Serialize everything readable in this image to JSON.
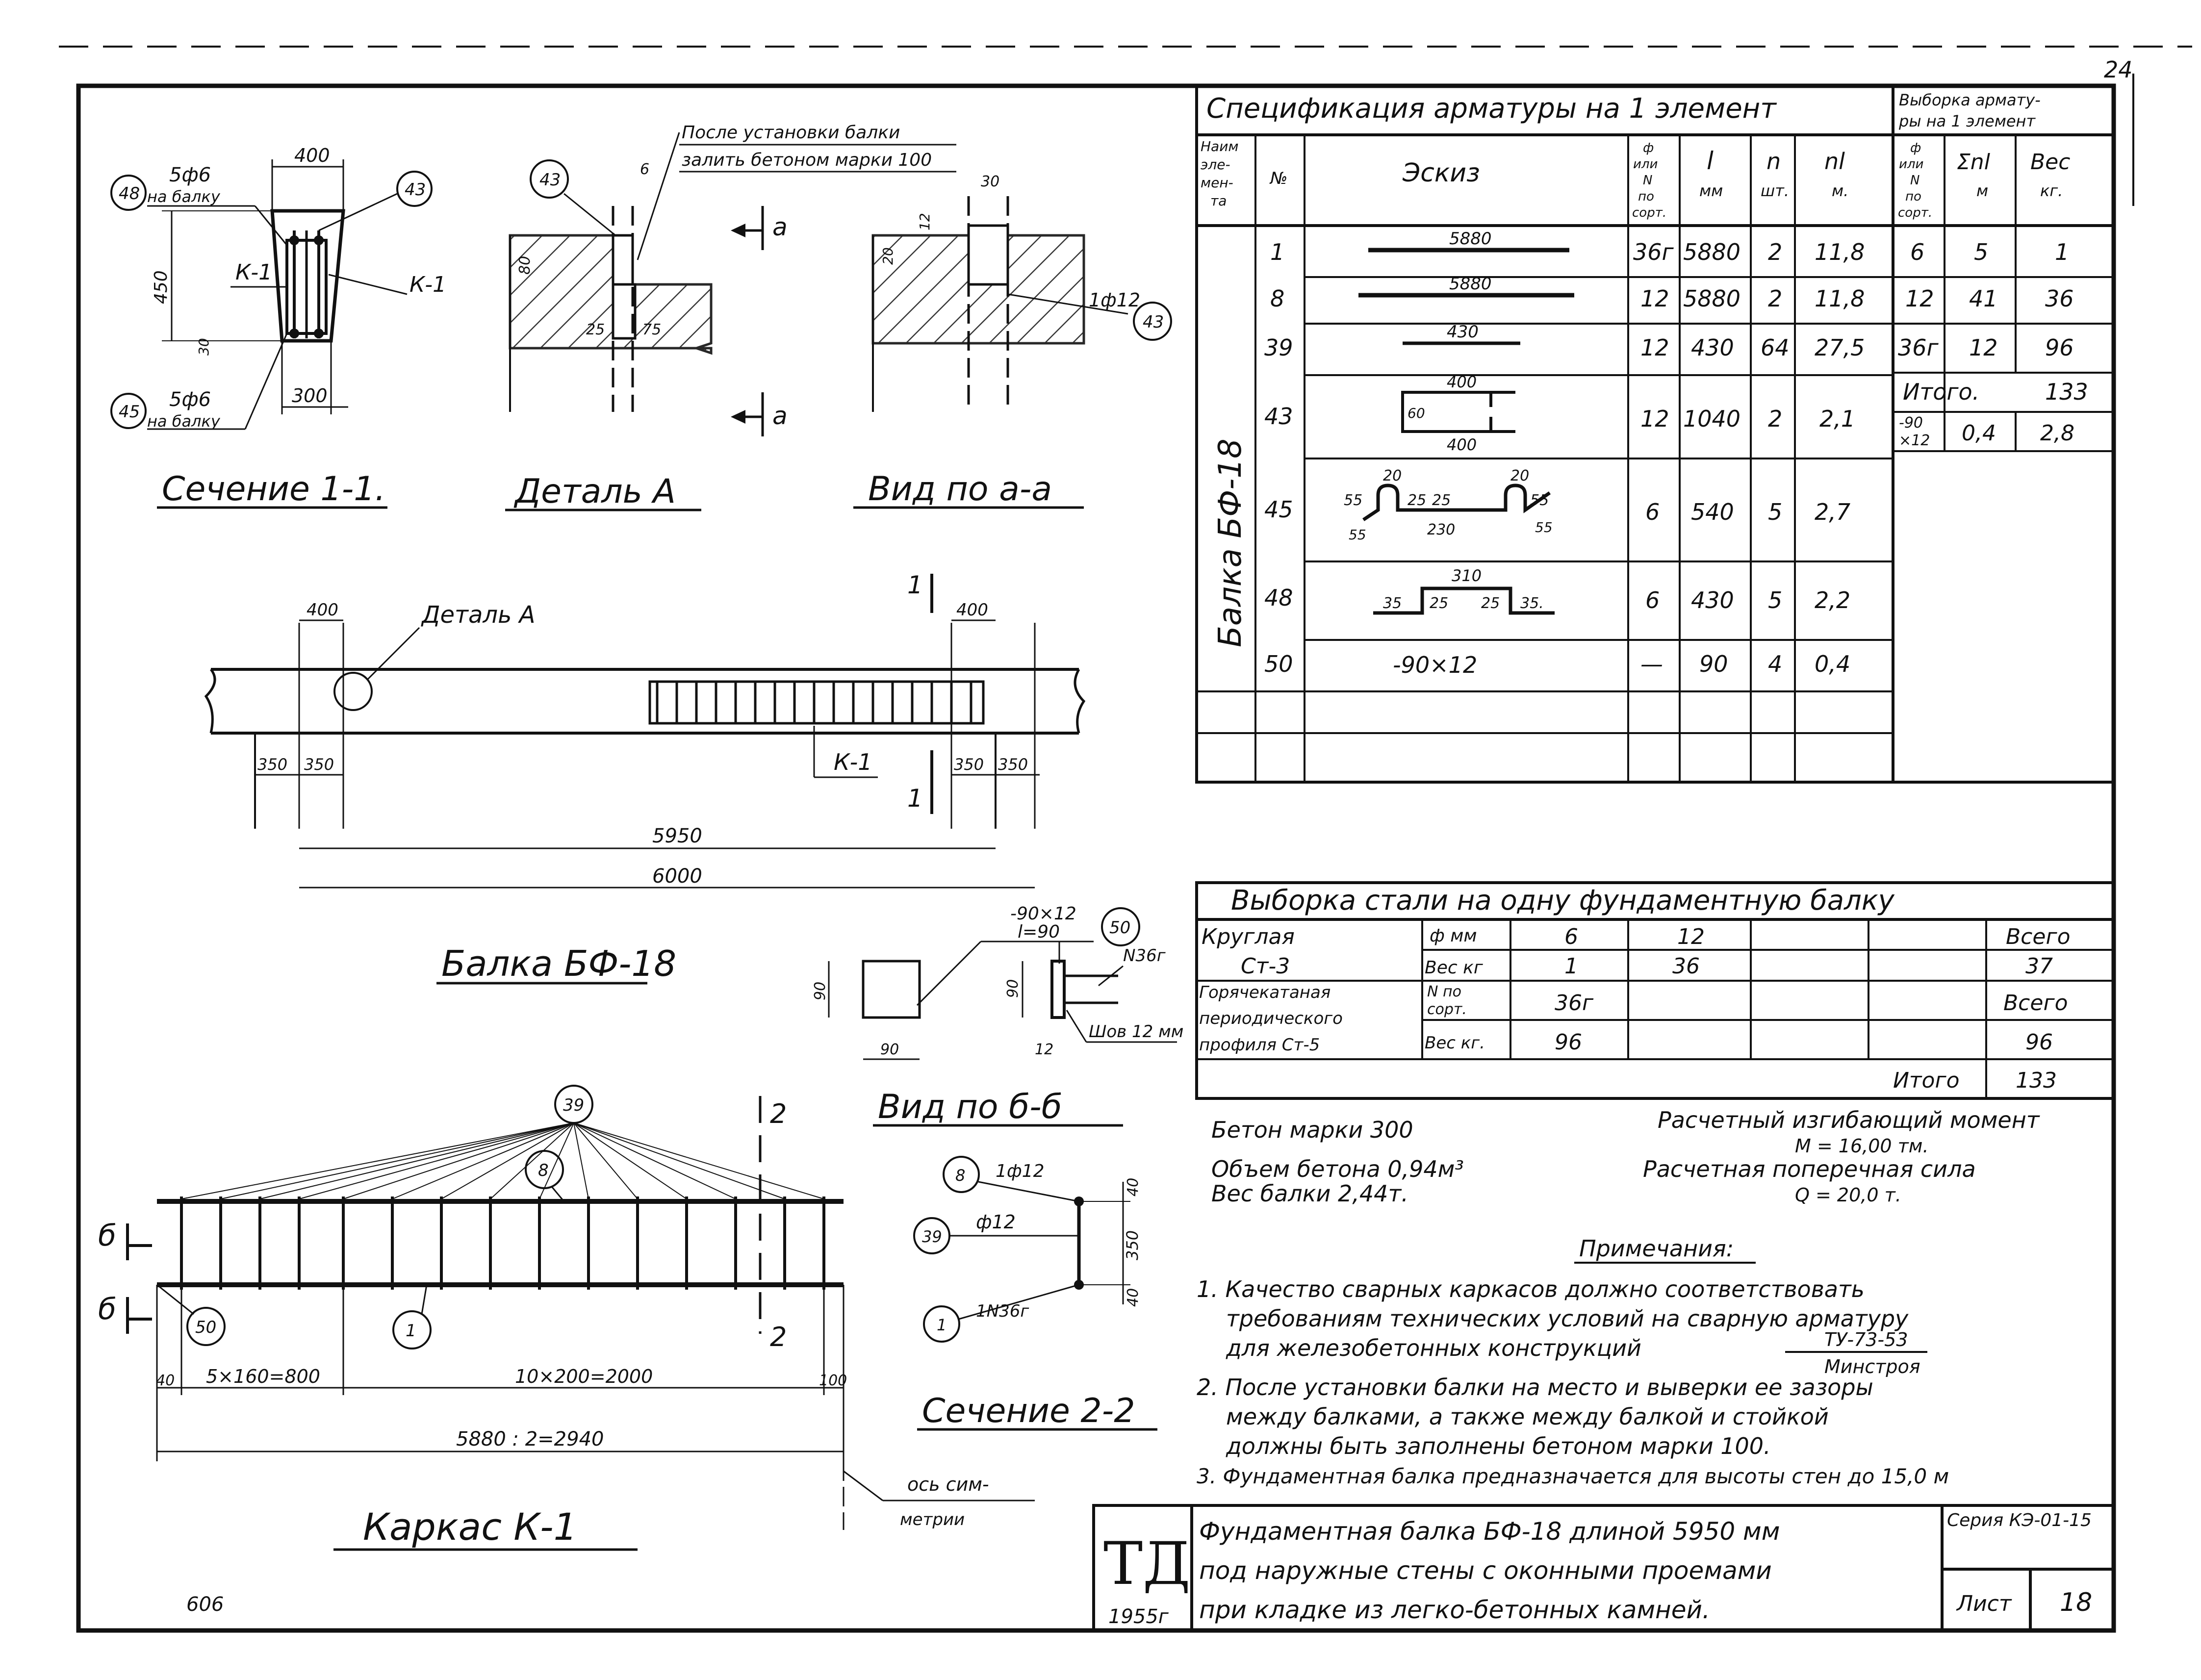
{
  "sheet_number_top": "24",
  "spec_table": {
    "title": "Спецификация арматуры на 1 элемент",
    "selection_title_line1": "Выборка армату-",
    "selection_title_line2": "ры на 1 элемент",
    "headers": {
      "element_l1": "Наим",
      "element_l2": "эле-",
      "element_l3": "мен-",
      "element_l4": "та",
      "no": "№",
      "sketch": "Эскиз",
      "dia_l1": "ф",
      "dia_l2": "или",
      "dia_l3": "N",
      "dia_l4": "по",
      "dia_l5": "сорт.",
      "len_l1": "l",
      "len_l2": "мм",
      "qty_l1": "n",
      "qty_l2": "шт.",
      "total_l1": "nl",
      "total_l2": "м.",
      "sel_dia_l1": "ф",
      "sel_dia_l2": "или",
      "sel_dia_l3": "N",
      "sel_dia_l4": "по",
      "sel_dia_l5": "сорт.",
      "sel_sum_l1": "Σnl",
      "sel_sum_l2": "м",
      "sel_weight_l1": "Вес",
      "sel_weight_l2": "кг."
    },
    "element_name": "Балка БФ-18",
    "rows": [
      {
        "no": "1",
        "sketch": "5880",
        "dia": "36г",
        "len": "5880",
        "qty": "2",
        "total": "11,8"
      },
      {
        "no": "8",
        "sketch": "5880",
        "dia": "12",
        "len": "5880",
        "qty": "2",
        "total": "11,8"
      },
      {
        "no": "39",
        "sketch": "430",
        "dia": "12",
        "len": "430",
        "qty": "64",
        "total": "27,5"
      },
      {
        "no": "43",
        "sketch": "400",
        "dia": "12",
        "len": "1040",
        "qty": "2",
        "total": "2,1"
      },
      {
        "no": "45",
        "sketch": "230",
        "dia": "6",
        "len": "540",
        "qty": "5",
        "total": "2,7"
      },
      {
        "no": "48",
        "sketch": "310",
        "dia": "6",
        "len": "430",
        "qty": "5",
        "total": "2,2"
      },
      {
        "no": "50",
        "sketch": "-90×12",
        "dia": "—",
        "len": "90",
        "qty": "4",
        "total": "0,4"
      }
    ],
    "sketch_dims": {
      "r43_a": "400",
      "r43_b": "60",
      "r43_c": "400",
      "r45_a": "20",
      "r45_b": "20",
      "r45_c": "55",
      "r45_d": "25",
      "r45_e": "25",
      "r45_f": "55",
      "r45_g": "55",
      "r45_h": "55",
      "r48_a": "35",
      "r48_b": "25",
      "r48_c": "25",
      "r48_d": "35."
    },
    "selection_rows": [
      {
        "dia": "6",
        "sum": "5",
        "weight": "1"
      },
      {
        "dia": "12",
        "sum": "41",
        "weight": "36"
      },
      {
        "dia": "36г",
        "sum": "12",
        "weight": "96"
      }
    ],
    "selection_total_label": "Итого.",
    "selection_total": "133",
    "selection_extra": {
      "dia_l1": "-90",
      "dia_l2": "×12",
      "sum": "0,4",
      "weight": "2,8"
    }
  },
  "steel_table": {
    "title": "Выборка стали на одну фундаментную балку",
    "row1_label_l1": "Круглая",
    "row1_label_l2": "Ст-3",
    "row1_unit_a": "ф мм",
    "row1_unit_b": "Вес кг",
    "row1_dia": [
      "6",
      "12"
    ],
    "row1_weight": [
      "1",
      "36"
    ],
    "row1_total_label": "Всего",
    "row1_total": "37",
    "row2_label_l1": "Горячекатаная",
    "row2_label_l2": "периодического",
    "row2_label_l3": "профиля Ст-5",
    "row2_unit_a_l1": "N по",
    "row2_unit_a_l2": "сорт.",
    "row2_unit_b": "Вес кг.",
    "row2_dia": "36г",
    "row2_weight": "96",
    "row2_total_label": "Всего",
    "row2_total": "96",
    "grand_total_label": "Итого",
    "grand_total": "133"
  },
  "summary": {
    "concrete": "Бетон марки 300",
    "volume": "Объем бетона 0,94м³",
    "weight": "Вес балки 2,44т.",
    "moment_label": "Расчетный изгибающий момент",
    "moment_value": "М = 16,00 тм.",
    "shear_label": "Расчетная поперечная сила",
    "shear_value": "Q = 20,0 т."
  },
  "notes": {
    "title": "Примечания:",
    "n1_l1": "1. Качество сварных каркасов должно соответствовать",
    "n1_l2": "требованиям технических условий на сварную арматуру",
    "n1_l3": "для железобетонных конструкций",
    "n1_ref_top": "ТУ-73-53",
    "n1_ref_bottom": "Минстроя",
    "n2_l1": "2. После установки балки на место и выверки ее зазоры",
    "n2_l2": "между балками, а также между балкой и стойкой",
    "n2_l3": "должны быть заполнены бетоном марки 100.",
    "n3": "3. Фундаментная балка предназначается для высоты стен до 15,0 м"
  },
  "title_block": {
    "logo": "ТД",
    "year": "1955г",
    "line1": "Фундаментная балка БФ-18 длиной 5950 мм",
    "line2": "под наружные стены с оконными проемами",
    "line3": "при кладке из легко-бетонных камней.",
    "series": "Серия КЭ-01-15",
    "sheet_label": "Лист",
    "sheet_number": "18"
  },
  "drawings": {
    "section11": {
      "caption": "Сечение 1-1.",
      "top_label": "5ф6",
      "top_label2": "на балку",
      "bottom_label": "5ф6",
      "bottom_label2": "на балку",
      "width_top": "400",
      "width_bottom": "300",
      "height": "450",
      "cover": "30",
      "cage_left": "К-1",
      "cage_right": "К-1",
      "tag_48": "48",
      "tag_43": "43",
      "tag_45": "45"
    },
    "detailA": {
      "caption": "Деталь А",
      "note_l1": "После установки балки",
      "note_l2": "залить бетоном марки 100",
      "dim_6": "6",
      "dim_80": "80",
      "dim_25": "25",
      "dim_75": "75",
      "tag_43": "43",
      "mark_a_top": "а",
      "mark_a_bottom": "а"
    },
    "viewAA": {
      "caption": "Вид по а-а",
      "dim_30": "30",
      "dim_12": "12",
      "dim_20": "20",
      "bar_label": "1ф12",
      "tag_43": "43"
    },
    "beam": {
      "caption": "Балка БФ-18",
      "detail_label": "Деталь А",
      "dim_400_left": "400",
      "dim_400_right": "400",
      "dim_350_a": "350",
      "dim_350_b": "350",
      "dim_350_c": "350",
      "dim_350_d": "350",
      "cage_label": "К-1",
      "length_inner": "5950",
      "length_outer": "6000",
      "sec_mark_top": "1",
      "sec_mark_bottom": "1"
    },
    "viewBB": {
      "caption": "Вид по б-б",
      "plate_label": "-90×12",
      "plate_label2": "l=90",
      "tag_50": "50",
      "bar_label": "N36г",
      "weld_label": "Шов 12 мм",
      "dim_90_v": "90",
      "dim_90_h": "90",
      "dim_90_side": "90",
      "dim_12": "12"
    },
    "cage": {
      "caption": "Каркас К-1",
      "tag_39": "39",
      "tag_8": "8",
      "tag_1": "1",
      "tag_50": "50",
      "mark_b_top": "б",
      "mark_b_bottom": "б",
      "sec2_top": "2",
      "sec2_bottom": "2",
      "dim_40": "40",
      "dim_spacing1": "5×160=800",
      "dim_spacing2": "10×200=2000",
      "dim_100": "100",
      "dim_half": "5880 : 2=2940",
      "axis_l1": "ось сим-",
      "axis_l2": "метрии"
    },
    "section22": {
      "caption": "Сечение 2-2",
      "tag_8": "8",
      "tag_39": "39",
      "tag_1": "1",
      "bar_8": "1ф12",
      "bar_39": "ф12",
      "bar_1": "1N36г",
      "dim_40_top": "40",
      "dim_350": "350",
      "dim_40_bottom": "40"
    },
    "stamp": "606"
  }
}
